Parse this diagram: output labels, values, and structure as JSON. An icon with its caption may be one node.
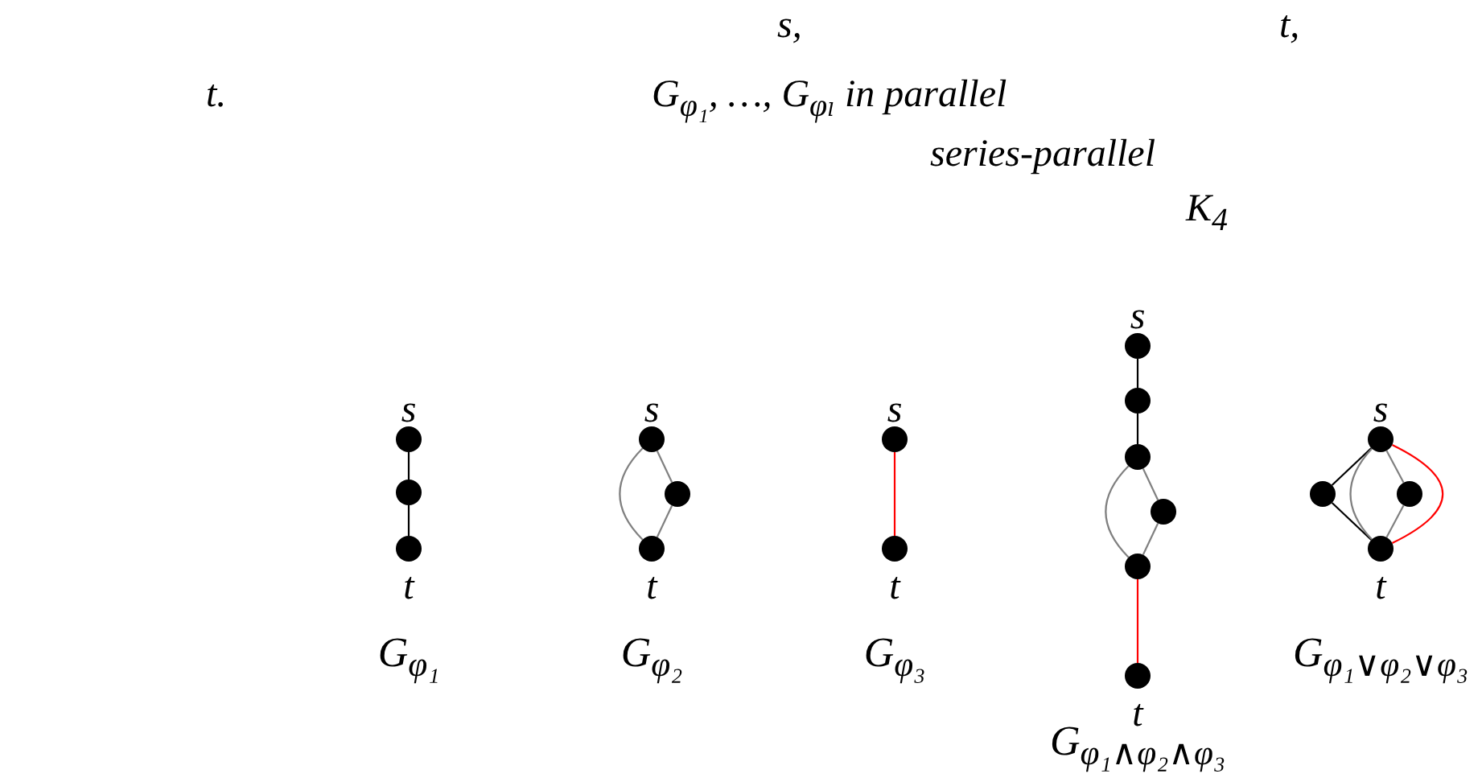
{
  "diagram": {
    "nodes": [
      {
        "text": [],
        "shape": "circle",
        "beside": [
          "s"
        ]
      },
      {
        "text": [],
        "shape": "circle"
      },
      {
        "text": [],
        "shape": "circle",
        "beside": [
          "t"
        ]
      },
      {
        "text": [],
        "shape": "circle",
        "beside": [
          "s"
        ]
      },
      {
        "text": [],
        "shape": "circle"
      },
      {
        "text": [],
        "shape": "circle",
        "beside": [
          "t"
        ]
      },
      {
        "text": [],
        "shape": "circle",
        "beside": [
          "s"
        ]
      },
      {
        "text": [],
        "shape": "circle",
        "beside": [
          "t"
        ]
      },
      {
        "text": [],
        "shape": "circle",
        "beside": [
          "s"
        ]
      },
      {
        "text": [],
        "shape": "circle"
      },
      {
        "text": [],
        "shape": "circle"
      },
      {
        "text": [],
        "shape": "circle"
      },
      {
        "text": [],
        "shape": "circle"
      },
      {
        "text": [],
        "shape": "circle",
        "beside": [
          "t"
        ]
      },
      {
        "text": [],
        "shape": "circle",
        "beside": [
          "s"
        ]
      },
      {
        "text": [],
        "shape": "circle"
      },
      {
        "text": [],
        "shape": "circle"
      },
      {
        "text": [],
        "shape": "circle",
        "beside": [
          "t"
        ]
      }
    ],
    "edges": [
      {
        "from": 0,
        "to": 1,
        "arrow": "none",
        "color": "#000000"
      },
      {
        "from": 1,
        "to": 2,
        "arrow": "none",
        "color": "#000000"
      },
      {
        "from": 3,
        "to": 5,
        "arrow": "none"
      },
      {
        "from": 3,
        "to": 4,
        "arrow": "none"
      },
      {
        "from": 4,
        "to": 5,
        "arrow": "none"
      },
      {
        "from": 6,
        "to": 7,
        "arrow": "none",
        "color": "#ff0000"
      },
      {
        "from": 8,
        "to": 9,
        "arrow": "none",
        "color": "#000000"
      },
      {
        "from": 9,
        "to": 10,
        "arrow": "none",
        "color": "#000000"
      },
      {
        "from": 10,
        "to": 12,
        "arrow": "none"
      },
      {
        "from": 10,
        "to": 11,
        "arrow": "none"
      },
      {
        "from": 11,
        "to": 12,
        "arrow": "none"
      },
      {
        "from": 12,
        "to": 13,
        "arrow": "none",
        "color": "#ff0000"
      },
      {
        "from": 14,
        "to": 15,
        "arrow": "none",
        "color": "#000000"
      },
      {
        "from": 15,
        "to": 17,
        "arrow": "none",
        "color": "#000000"
      },
      {
        "from": 14,
        "to": 17,
        "arrow": "none"
      },
      {
        "from": 14,
        "to": 16,
        "arrow": "none"
      },
      {
        "from": 16,
        "to": 17,
        "arrow": "none"
      },
      {
        "from": 14,
        "to": 17,
        "arrow": "none",
        "color": "#ff0000"
      }
    ],
    "labels": [
      "s,",
      "t,",
      "t.",
      "G$_{φ₁}$, …, G$_{φₗ}$ in parallel",
      "series-parallel",
      "K$_{4}$",
      "G$_{φ₁}$",
      "G$_{φ₂}$",
      "G$_{φ₃}$",
      "G$_{φ₁∧φ₂∧φ₃}$",
      "G$_{φ₁∨φ₂∨φ₃}$"
    ]
  }
}
